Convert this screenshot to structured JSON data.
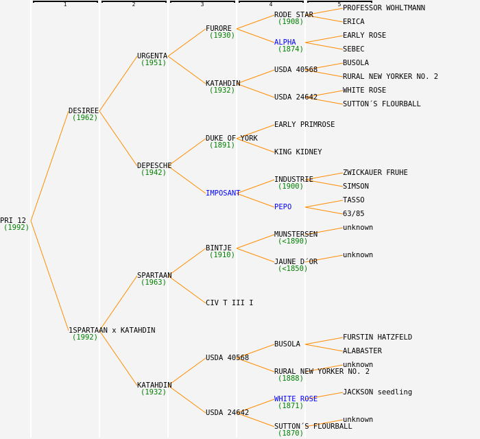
{
  "colors": {
    "line": "#ff8c00",
    "name": "#000000",
    "name_highlight": "#0000ff",
    "year": "#008000",
    "background": "#f4f4f4",
    "guide": "#ffffff"
  },
  "generation_labels": [
    "1",
    "2",
    "3",
    "4",
    "5"
  ],
  "pedigree": {
    "name": "PRI 12",
    "year": "(1992)",
    "highlight": false,
    "parents": [
      {
        "name": "DESIREE",
        "year": "(1962)",
        "highlight": false,
        "parents": [
          {
            "name": "URGENTA",
            "year": "(1951)",
            "highlight": false,
            "parents": [
              {
                "name": "FURORE",
                "year": "(1930)",
                "highlight": false,
                "parents": [
                  {
                    "name": "RODE STAR",
                    "year": "(1908)",
                    "highlight": false,
                    "parents": [
                      {
                        "name": "PROFESSOR WOHLTMANN"
                      },
                      {
                        "name": "ERICA"
                      }
                    ]
                  },
                  {
                    "name": "ALPHA",
                    "year": "(1874)",
                    "highlight": true,
                    "parents": [
                      {
                        "name": "EARLY ROSE"
                      },
                      {
                        "name": "SEBEC"
                      }
                    ]
                  }
                ]
              },
              {
                "name": "KATAHDIN",
                "year": "(1932)",
                "highlight": false,
                "parents": [
                  {
                    "name": "USDA 40568",
                    "year": "",
                    "highlight": false,
                    "parents": [
                      {
                        "name": "BUSOLA"
                      },
                      {
                        "name": "RURAL NEW YORKER NO. 2"
                      }
                    ]
                  },
                  {
                    "name": "USDA 24642",
                    "year": "",
                    "highlight": false,
                    "parents": [
                      {
                        "name": "WHITE ROSE"
                      },
                      {
                        "name": "SUTTON´S FLOURBALL"
                      }
                    ]
                  }
                ]
              }
            ]
          },
          {
            "name": "DEPESCHE",
            "year": "(1942)",
            "highlight": false,
            "parents": [
              {
                "name": "DUKE OF YORK",
                "year": "(1891)",
                "highlight": false,
                "parents": [
                  {
                    "name": "EARLY PRIMROSE",
                    "year": "",
                    "highlight": false,
                    "parents": []
                  },
                  {
                    "name": "KING KIDNEY",
                    "year": "",
                    "highlight": false,
                    "parents": []
                  }
                ]
              },
              {
                "name": "IMPOSANT",
                "year": "",
                "highlight": true,
                "parents": [
                  {
                    "name": "INDUSTRIE",
                    "year": "(1900)",
                    "highlight": false,
                    "parents": [
                      {
                        "name": "ZWICKAUER FRUHE"
                      },
                      {
                        "name": "SIMSON"
                      }
                    ]
                  },
                  {
                    "name": "PEPO",
                    "year": "",
                    "highlight": true,
                    "parents": [
                      {
                        "name": "TASSO"
                      },
                      {
                        "name": "63/85"
                      }
                    ]
                  }
                ]
              }
            ]
          }
        ]
      },
      {
        "name": "1SPARTAAN x KATAHDIN",
        "year": "(1992)",
        "highlight": false,
        "parents": [
          {
            "name": "SPARTAAN",
            "year": "(1963)",
            "highlight": false,
            "parents": [
              {
                "name": "BINTJE",
                "year": "(1910)",
                "highlight": false,
                "parents": [
                  {
                    "name": "MUNSTERSEN",
                    "year": "(<1890)",
                    "highlight": false,
                    "parents": [
                      {
                        "name": "unknown"
                      }
                    ]
                  },
                  {
                    "name": "JAUNE D´OR",
                    "year": "(<1850)",
                    "highlight": false,
                    "parents": [
                      {
                        "name": "unknown"
                      }
                    ]
                  }
                ]
              },
              {
                "name": "CIV T III I",
                "year": "",
                "highlight": false,
                "parents": []
              }
            ]
          },
          {
            "name": "KATAHDIN",
            "year": "(1932)",
            "highlight": false,
            "parents": [
              {
                "name": "USDA 40568",
                "year": "",
                "highlight": false,
                "parents": [
                  {
                    "name": "BUSOLA",
                    "year": "",
                    "highlight": false,
                    "parents": [
                      {
                        "name": "FURSTIN HATZFELD"
                      },
                      {
                        "name": "ALABASTER"
                      }
                    ]
                  },
                  {
                    "name": "RURAL NEW YORKER NO. 2",
                    "year": "(1888)",
                    "highlight": false,
                    "parents": [
                      {
                        "name": "unknown"
                      }
                    ]
                  }
                ]
              },
              {
                "name": "USDA 24642",
                "year": "",
                "highlight": false,
                "parents": [
                  {
                    "name": "WHITE ROSE",
                    "year": "(1871)",
                    "highlight": true,
                    "parents": [
                      {
                        "name": "JACKSON seedling"
                      }
                    ]
                  },
                  {
                    "name": "SUTTON´S FLOURBALL",
                    "year": "(1870)",
                    "highlight": false,
                    "parents": [
                      {
                        "name": "unknown"
                      }
                    ]
                  }
                ]
              }
            ]
          }
        ]
      }
    ]
  }
}
